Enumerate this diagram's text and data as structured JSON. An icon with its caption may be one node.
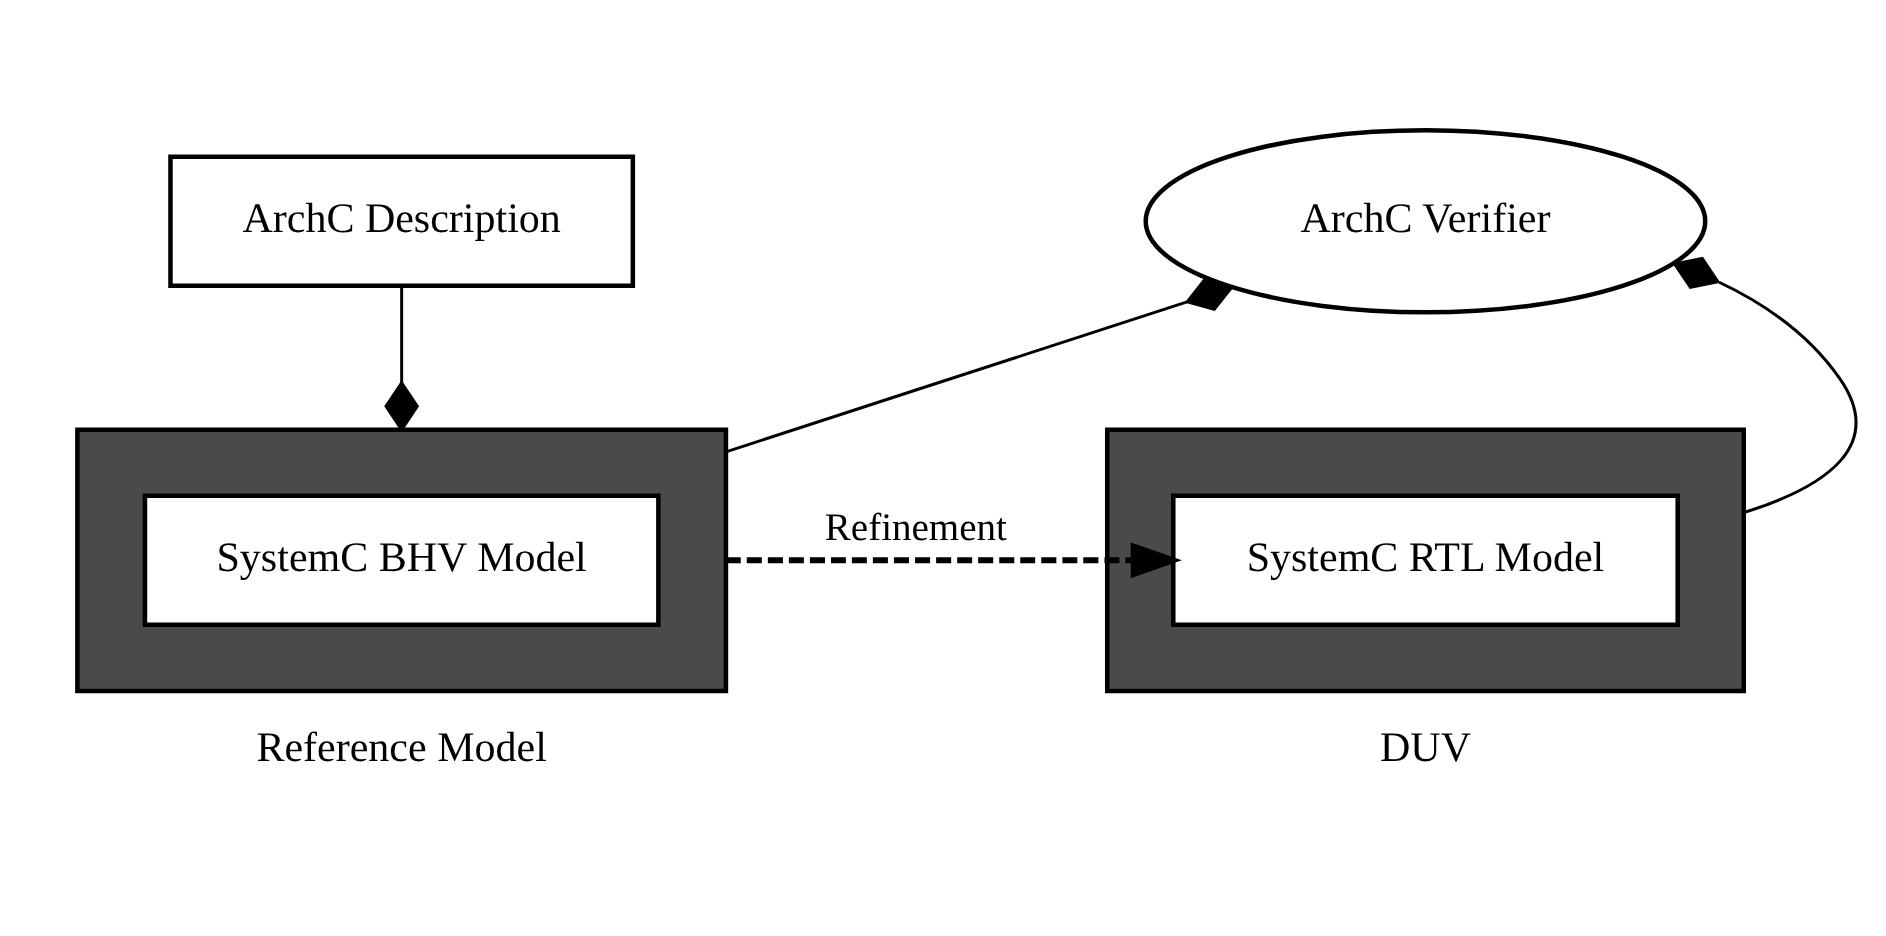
{
  "diagram": {
    "nodes": [
      {
        "text": [
          "ArchC Description"
        ]
      },
      {
        "text": [
          "ArchC Verifier"
        ]
      },
      {
        "text": [],
        "shape": "box",
        "beside": [
          "Reference Model"
        ]
      },
      {
        "text": [
          "SystemC BHV Model"
        ],
        "in": 2
      },
      {
        "text": [],
        "shape": "box",
        "beside": [
          "DUV"
        ]
      },
      {
        "text": [
          "SystemC RTL Model"
        ],
        "in": 4
      }
    ],
    "edges": [
      {
        "from": 0,
        "to": 2,
        "arrow": "other"
      },
      {
        "from": 2,
        "to": 1,
        "arrow": "other"
      },
      {
        "from": 4,
        "to": 1,
        "arrow": "other"
      },
      {
        "from": 2,
        "to": 5,
        "arrow": "to",
        "label": "Refinement",
        "style": "dashed"
      }
    ]
  }
}
